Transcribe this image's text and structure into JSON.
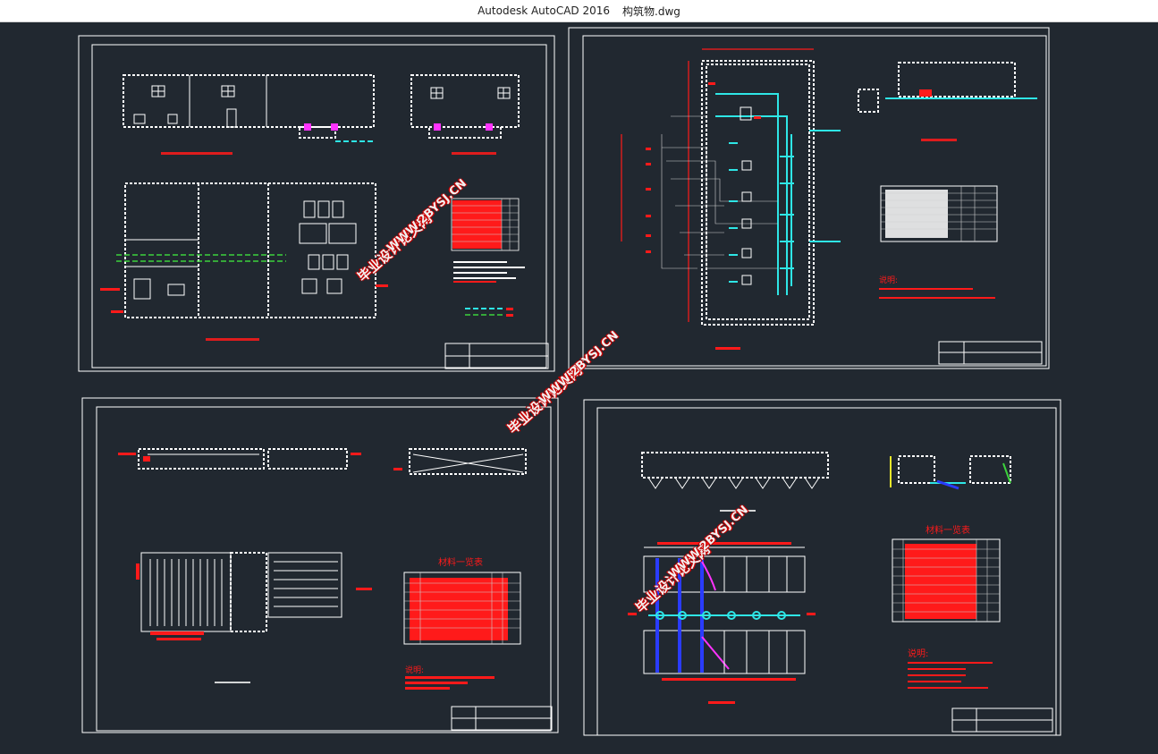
{
  "window": {
    "app_title": "Autodesk AutoCAD 2016",
    "file_name": "构筑物.dwg"
  },
  "colors": {
    "background": "#212830",
    "line": "#ffffff",
    "accent_red": "#ff1a1a",
    "pipe_cyan": "#2ee6e6",
    "pipe_magenta": "#ff33ff",
    "pipe_blue": "#2a3cff"
  },
  "sheets": {
    "top_right": {
      "note_heading": "说明:"
    },
    "bottom_left": {
      "table_title": "材料一览表",
      "note_heading": "说明:"
    },
    "bottom_right": {
      "table_title": "材料一览表",
      "note_heading": "说明:"
    }
  },
  "watermark": {
    "text_cn": "毕业设计论文网",
    "text_url": "WWW.2BYSJ.CN"
  }
}
